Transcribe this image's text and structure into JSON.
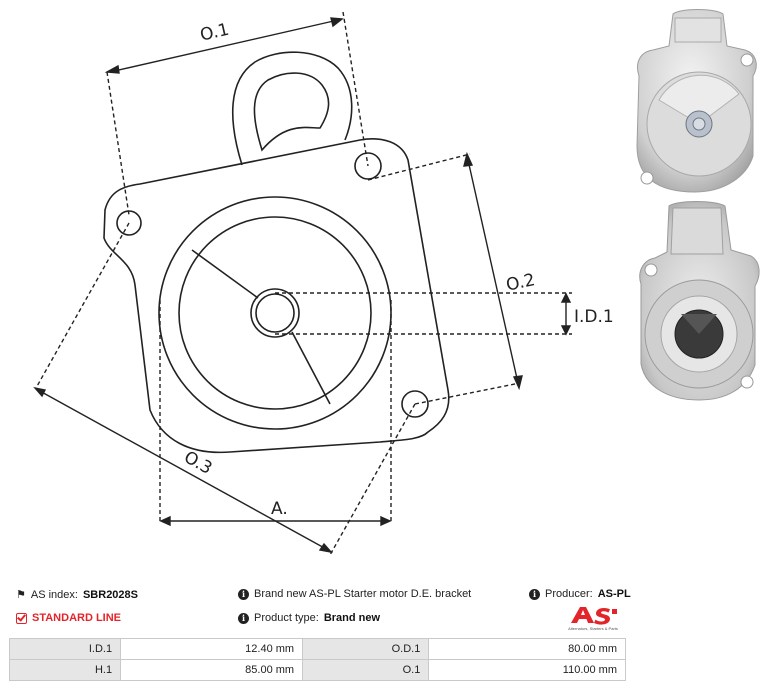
{
  "diagram": {
    "labels": {
      "o1": "O.1",
      "o2": "O.2",
      "o3": "O.3",
      "id1": "I.D.1",
      "a": "A."
    }
  },
  "photos": {
    "top_icon": "starter-bracket-front-photo",
    "bottom_icon": "starter-bracket-back-photo"
  },
  "info": {
    "as_index_label": "AS index:",
    "as_index_value": "SBR2028S",
    "description": "Brand new AS-PL Starter motor D.E. bracket",
    "producer_label": "Producer:",
    "producer_value": "AS-PL",
    "standard_line": "STANDARD LINE",
    "product_type_label": "Product type:",
    "product_type_value": "Brand new"
  },
  "logo": {
    "mark": "AS",
    "tagline": "Alternators, Starters & Parts",
    "color": "#e3252b"
  },
  "specs": [
    [
      "I.D.1",
      "12.40 mm",
      "O.D.1",
      "80.00 mm"
    ],
    [
      "H.1",
      "85.00 mm",
      "O.1",
      "110.00 mm"
    ]
  ]
}
